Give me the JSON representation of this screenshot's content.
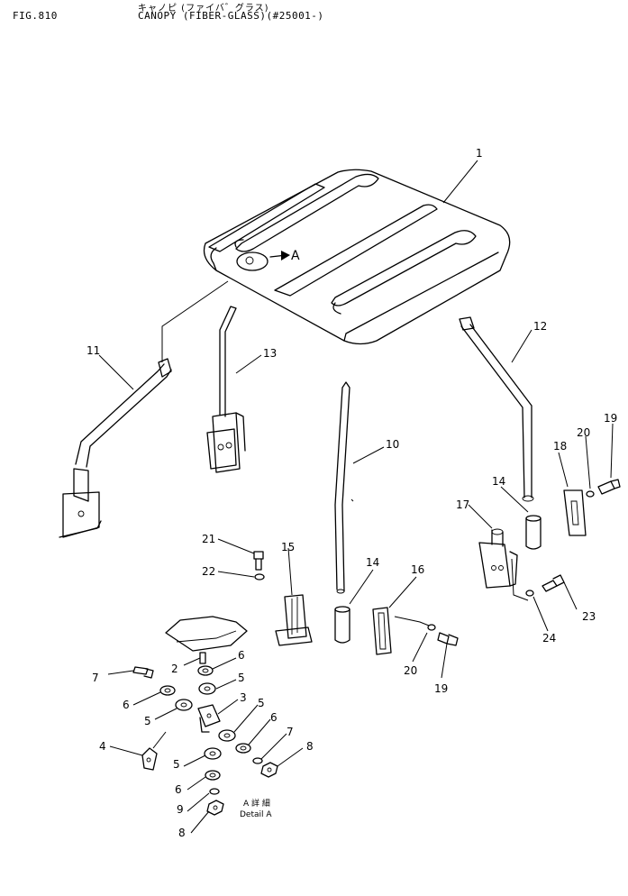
{
  "header": {
    "fig_number": "FIG.810",
    "title_jp": "キャノピ (ファイバ゛グラス)",
    "title": "CANOPY (FIBER-GLASS)(#25001-)"
  },
  "callouts": {
    "c1": "1",
    "c2": "2",
    "c3": "3",
    "c4": "4",
    "c5a": "5",
    "c5b": "5",
    "c5c": "5",
    "c5d": "5",
    "c6a": "6",
    "c6b": "6",
    "c6c": "6",
    "c6d": "6",
    "c7a": "7",
    "c7b": "7",
    "c8a": "8",
    "c8b": "8",
    "c9": "9",
    "c10": "10",
    "c11": "11",
    "c12": "12",
    "c13": "13",
    "c14a": "14",
    "c14b": "14",
    "c15": "15",
    "c16": "16",
    "c17": "17",
    "c18": "18",
    "c19a": "19",
    "c19b": "19",
    "c20a": "20",
    "c20b": "20",
    "c21": "21",
    "c22": "22",
    "c23": "23",
    "c24": "24"
  },
  "detail_marker": "A",
  "detail_caption_jp": "A 詳 細",
  "detail_caption_en": "Detail A"
}
